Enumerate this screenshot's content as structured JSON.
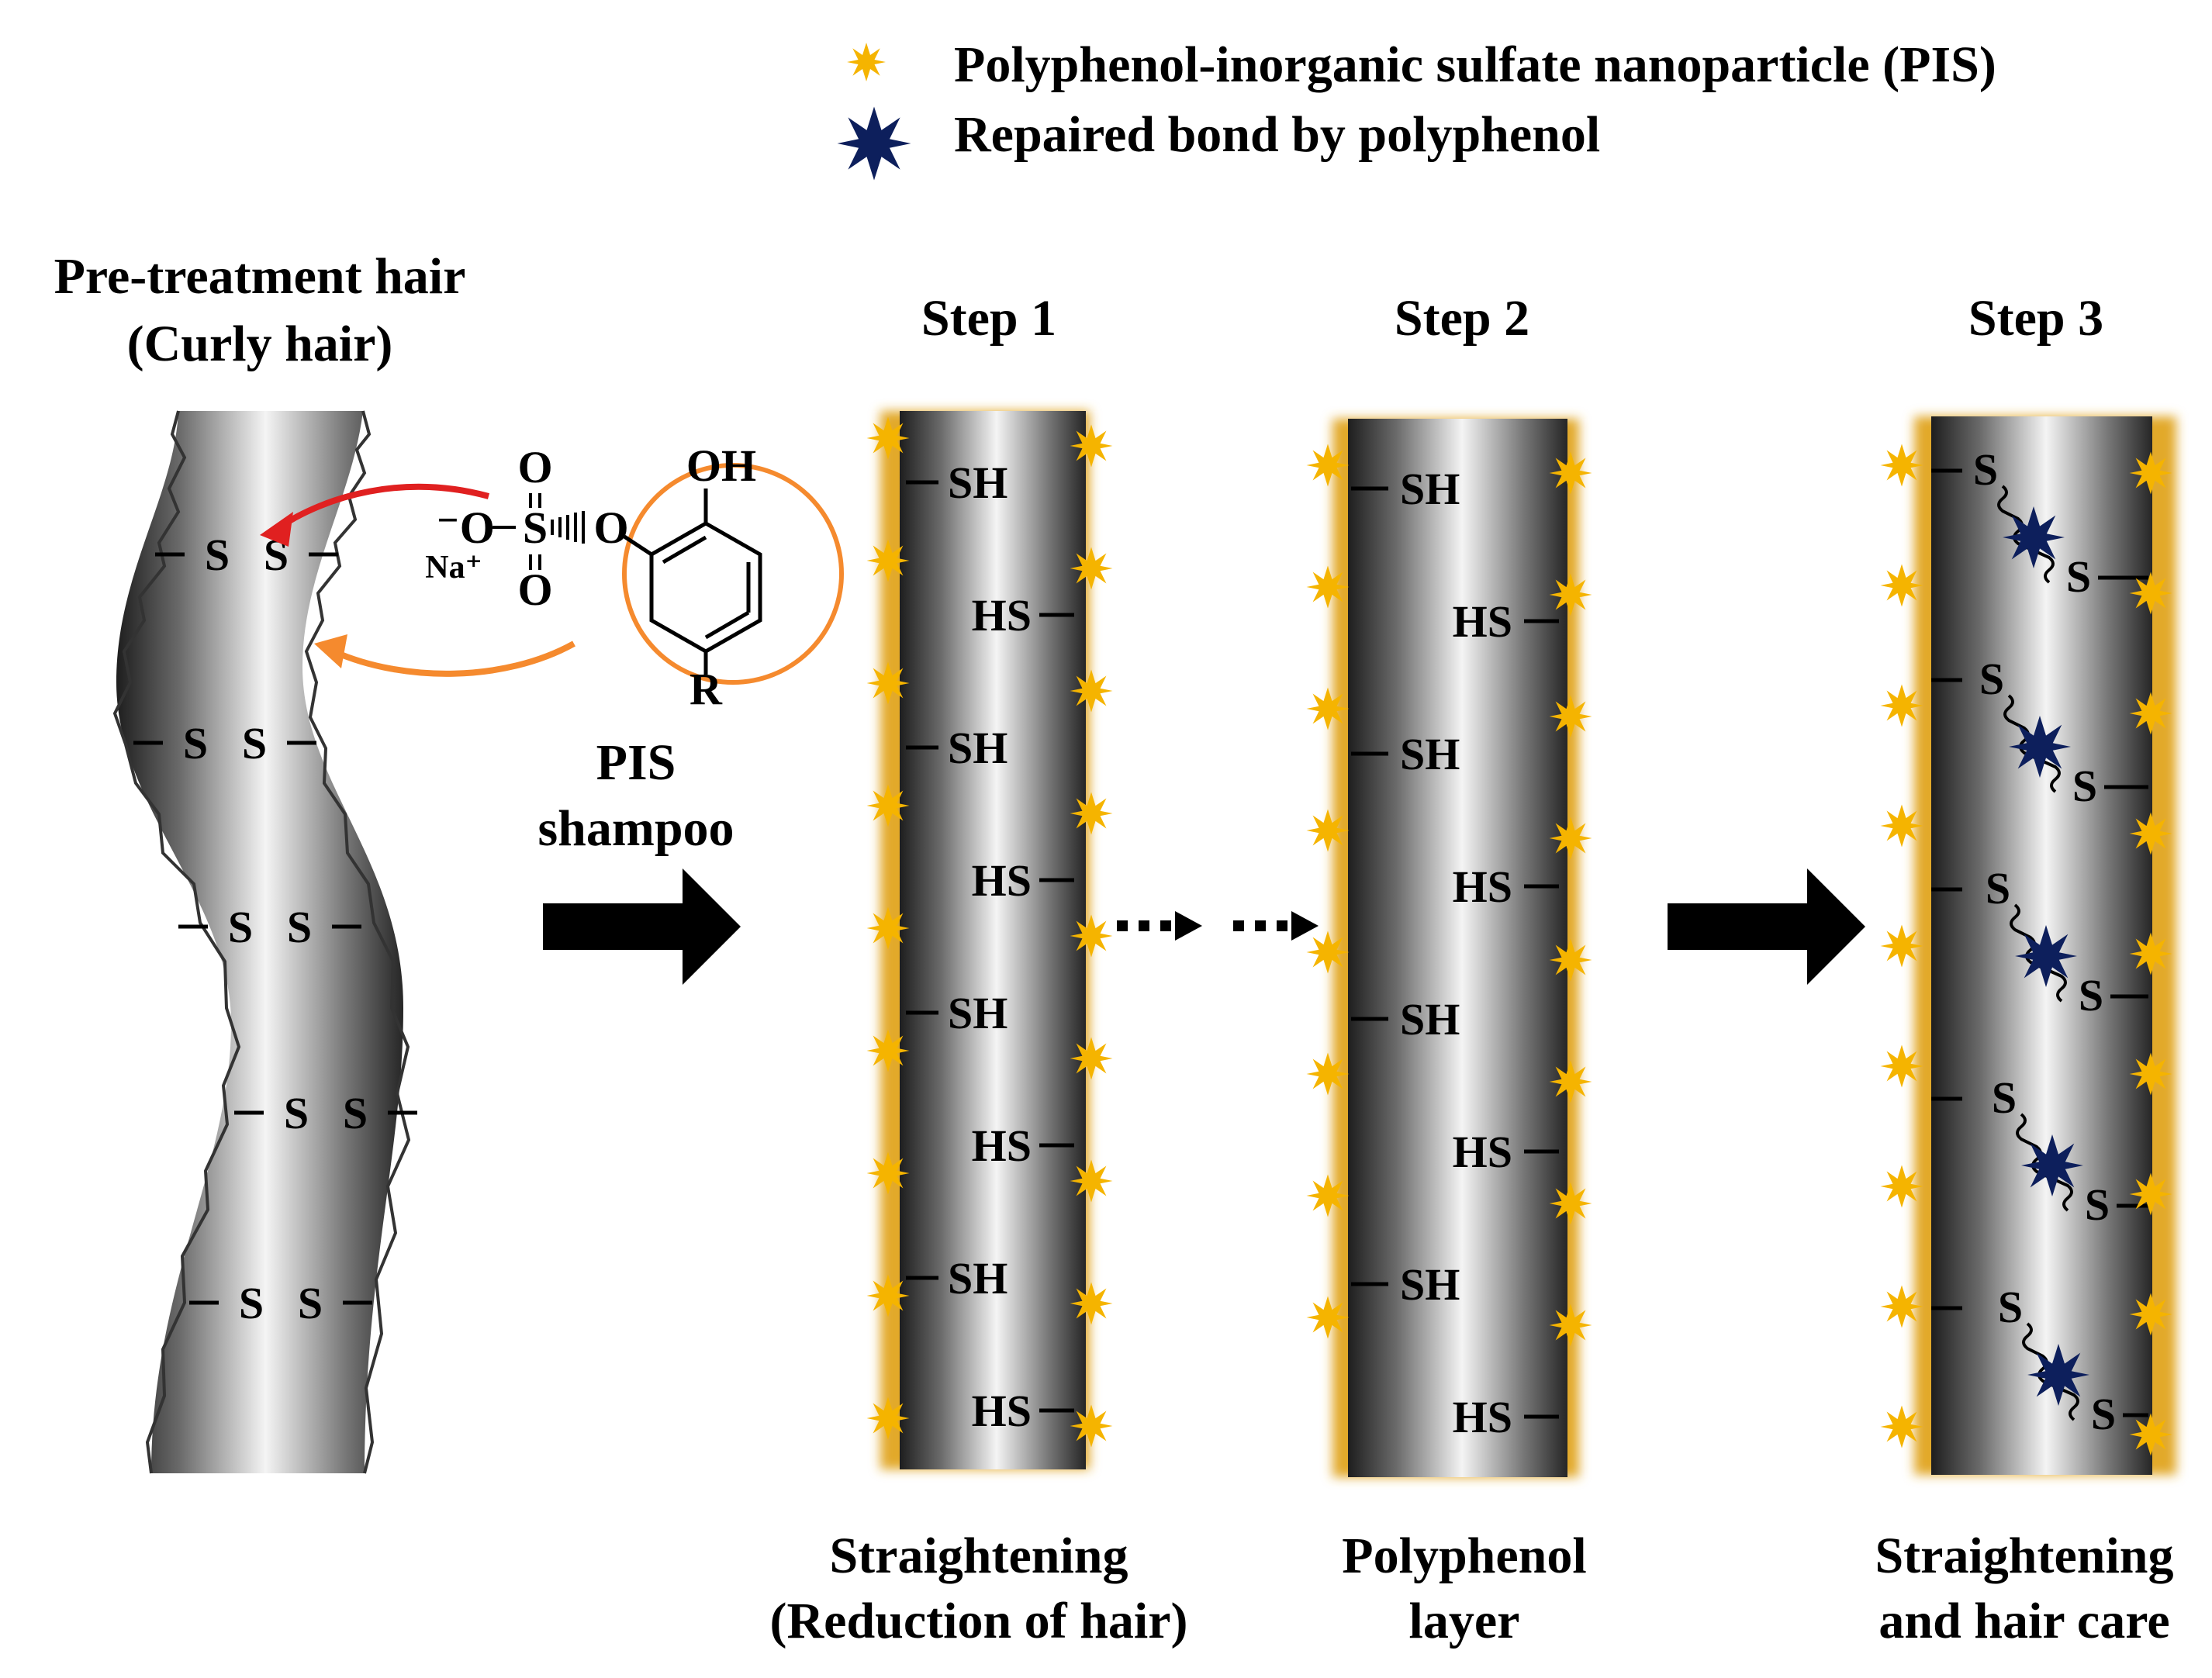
{
  "legend": {
    "pis_label": "Polyphenol-inorganic sulfate nanoparticle (PIS)",
    "repaired_label": "Repaired bond by polyphenol",
    "pis_color": "#f5b400",
    "repaired_color": "#0d1f5c"
  },
  "pre_treatment": {
    "title_line1": "Pre-treatment hair",
    "title_line2": "(Curly hair)",
    "bond_atom": "S"
  },
  "molecule": {
    "oh": "OH",
    "o_top": "O",
    "o_bottom": "O",
    "o_minus": "⁻O",
    "sulfur": "S",
    "o_link": "O",
    "sodium": "Na⁺",
    "r_group": "R"
  },
  "shampoo": {
    "line1": "PIS",
    "line2": "shampoo"
  },
  "step1": {
    "title": "Step 1",
    "caption_line1": "Straightening",
    "caption_line2": "(Reduction of hair)",
    "groups": [
      "SH",
      "HS",
      "SH",
      "HS",
      "SH",
      "HS",
      "SH",
      "HS"
    ]
  },
  "step2": {
    "title": "Step 2",
    "caption_line1": "Polyphenol",
    "caption_line2": "layer",
    "groups": [
      "SH",
      "HS",
      "SH",
      "HS",
      "SH",
      "HS",
      "SH",
      "HS"
    ]
  },
  "step3": {
    "title": "Step 3",
    "caption_line1": "Straightening",
    "caption_line2": "and hair care",
    "bond_atom": "S"
  },
  "colors": {
    "arrow_red": "#e02020",
    "arrow_orange": "#f58a2e",
    "circle_orange": "#f58a2e",
    "glow": "#e2a92a"
  }
}
